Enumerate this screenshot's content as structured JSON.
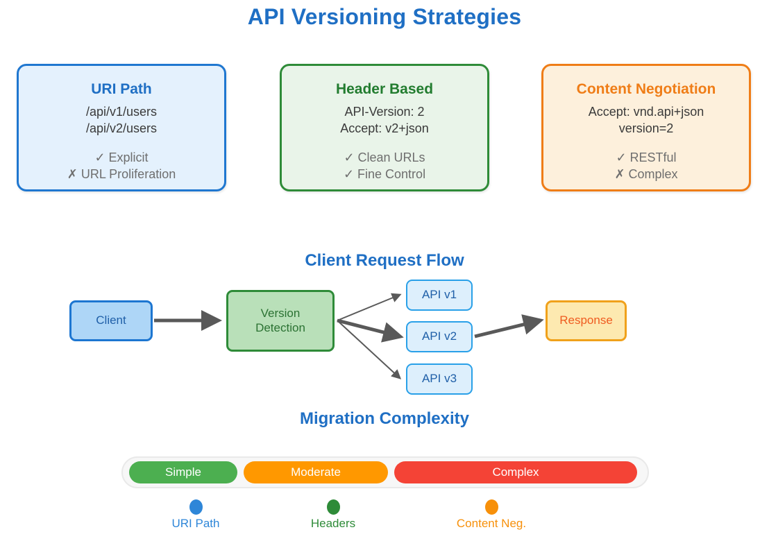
{
  "title": "API Versioning Strategies",
  "strategies": [
    {
      "id": "uri",
      "name": "URI Path",
      "examples": "/api/v1/users\n/api/v2/users",
      "features": "✓ Explicit\n✗ URL Proliferation",
      "border_color": "#1f77d0",
      "fill_color": "#e4f1fd",
      "title_color": "#1f6fc4"
    },
    {
      "id": "header",
      "name": "Header Based",
      "examples": "API-Version: 2\nAccept: v2+json",
      "features": "✓ Clean URLs\n✓ Fine Control",
      "border_color": "#2e8b38",
      "fill_color": "#e9f4e9",
      "title_color": "#227c2f"
    },
    {
      "id": "content",
      "name": "Content Negotiation",
      "examples": "Accept: vnd.api+json\nversion=2",
      "features": "✓ RESTful\n✗ Complex",
      "border_color": "#ef7d17",
      "fill_color": "#fdf0dc",
      "title_color": "#ef7d17"
    }
  ],
  "flow": {
    "heading": "Client Request Flow",
    "nodes": {
      "client": "Client",
      "version_detection": "Version\nDetection",
      "api_v1": "API v1",
      "api_v2": "API v2",
      "api_v3": "API v3",
      "response": "Response"
    },
    "arrow_color": "#595959"
  },
  "migration": {
    "heading": "Migration Complexity",
    "levels": [
      {
        "label": "Simple",
        "color": "#4caf50"
      },
      {
        "label": "Moderate",
        "color": "#ff9800"
      },
      {
        "label": "Complex",
        "color": "#f44336"
      }
    ]
  },
  "legend": [
    {
      "label": "URI Path",
      "color": "#2e86d8"
    },
    {
      "label": "Headers",
      "color": "#2e8b38"
    },
    {
      "label": "Content Neg.",
      "color": "#f7900a"
    }
  ],
  "chart_data": {
    "type": "diagram",
    "title": "API Versioning Strategies",
    "sections": [
      "Strategy Cards",
      "Client Request Flow",
      "Migration Complexity"
    ],
    "complexity_widths": {
      "Simple": 156,
      "Moderate": 208,
      "Complex": 350
    }
  }
}
